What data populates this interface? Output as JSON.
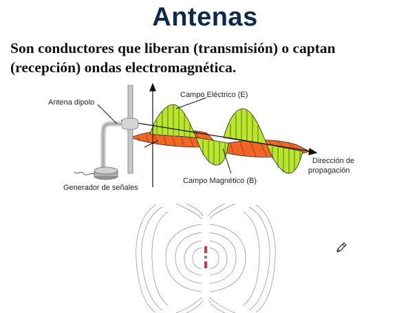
{
  "slide": {
    "title": "Antenas",
    "subtitle_line1": "Son conductores que liberan (transmisión) o captan",
    "subtitle_line2": "(recepción) ondas electromagnética."
  },
  "diagram": {
    "label_antenna": "Antena dipolo",
    "label_electric": "Campo Eléctrico (E)",
    "label_magnetic": "Campo Magnético (B)",
    "label_generator": "Generador de señales",
    "label_direction_1": "Dirección de",
    "label_direction_2": "propagación",
    "colors": {
      "electric_wave": "#b8e62a",
      "magnetic_wave": "#f26522",
      "lines": "#111111",
      "antenna_metal": "#bdbdbd"
    }
  },
  "field_image": {
    "icon": "dipole-field-lines"
  },
  "edit_icon": "pencil-icon"
}
